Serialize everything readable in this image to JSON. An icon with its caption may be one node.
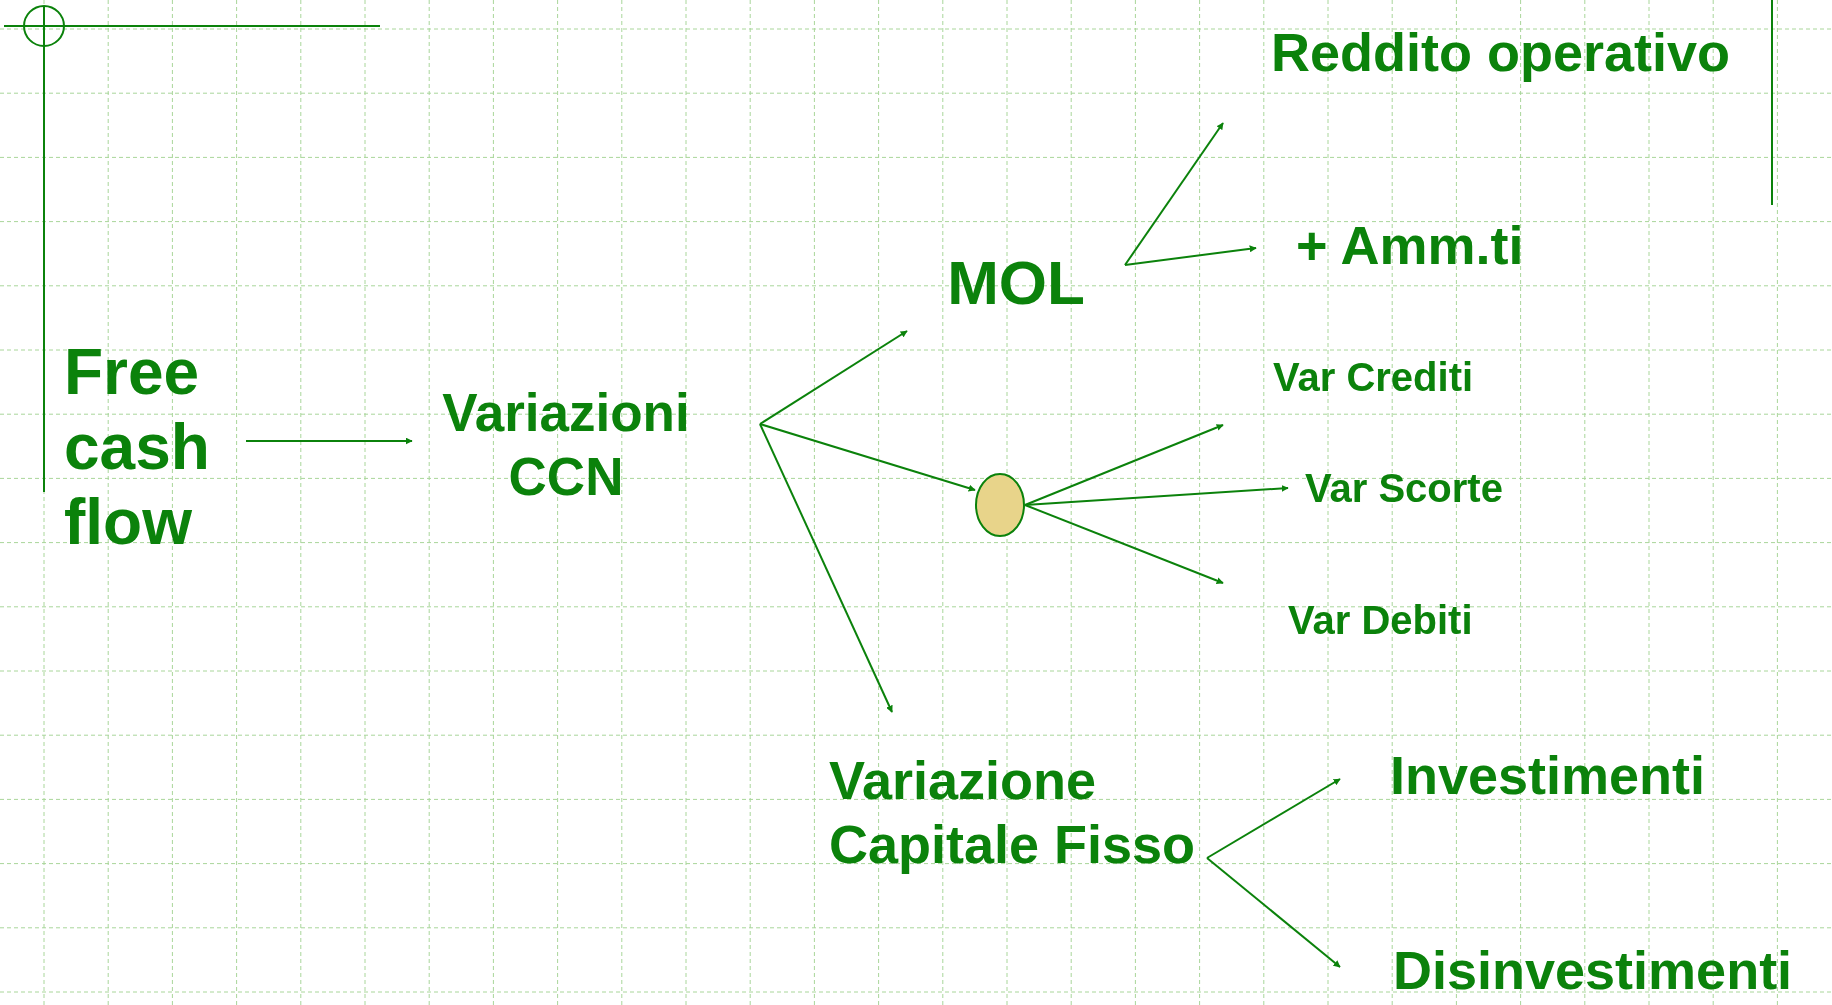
{
  "diagram": {
    "nodes": [
      {
        "text": [
          "Free cash flow"
        ]
      },
      {
        "text": [
          "Variazioni CCN"
        ]
      },
      {
        "text": [
          "MOL"
        ]
      },
      {
        "text": [
          "Reddito operativo"
        ]
      },
      {
        "text": [
          "+ Amm.ti"
        ]
      },
      {
        "text": [],
        "shape": "circle"
      },
      {
        "text": [
          "Var Crediti"
        ]
      },
      {
        "text": [
          "Var Scorte"
        ]
      },
      {
        "text": [
          "Var Debiti"
        ]
      },
      {
        "text": [
          "Variazione Capitale Fisso"
        ]
      },
      {
        "text": [
          "Investimenti"
        ]
      },
      {
        "text": [
          "Disinvestimenti"
        ]
      }
    ],
    "edges": [
      {
        "from": 0,
        "to": 1,
        "arrow": "to"
      },
      {
        "from": 1,
        "to": 2,
        "arrow": "to"
      },
      {
        "from": 1,
        "to": 5,
        "arrow": "to"
      },
      {
        "from": 1,
        "to": 9,
        "arrow": "to"
      },
      {
        "from": 2,
        "to": 3,
        "arrow": "to"
      },
      {
        "from": 2,
        "to": 4,
        "arrow": "to"
      },
      {
        "from": 5,
        "to": 6,
        "arrow": "to"
      },
      {
        "from": 5,
        "to": 7,
        "arrow": "to"
      },
      {
        "from": 5,
        "to": 8,
        "arrow": "to"
      },
      {
        "from": 9,
        "to": 10,
        "arrow": "to"
      },
      {
        "from": 9,
        "to": 11,
        "arrow": "to"
      }
    ]
  }
}
